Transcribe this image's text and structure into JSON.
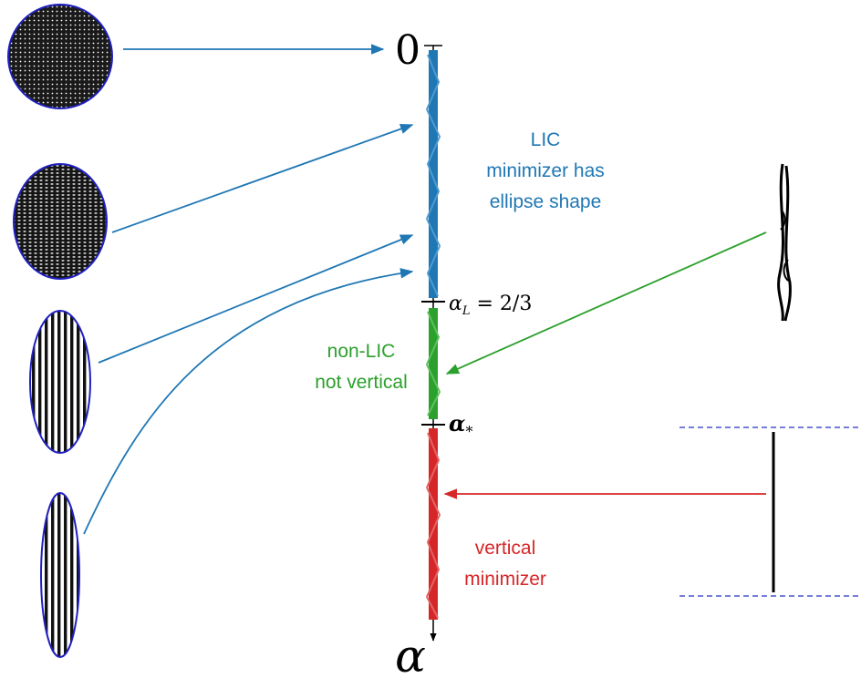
{
  "axis": {
    "top_label": "0",
    "bottom_label": "α",
    "alpha_L_label": "α",
    "alpha_L_sub": "L",
    "alpha_L_value": " = 2/3",
    "alpha_star_label": "α",
    "alpha_star_sub": "*"
  },
  "regions": {
    "lic": {
      "label_lines": [
        "LIC",
        "minimizer has",
        "ellipse shape"
      ],
      "color": "#1f77b4"
    },
    "non_lic": {
      "label_lines": [
        "non-LIC",
        "not vertical"
      ],
      "color": "#2ca02c"
    },
    "vertical": {
      "label_lines": [
        "vertical",
        "minimizer"
      ],
      "color": "#d62728"
    }
  },
  "colors": {
    "ellipse_outline": "#2020c0",
    "dashed_line": "#2030c0",
    "axis": "#000000"
  }
}
